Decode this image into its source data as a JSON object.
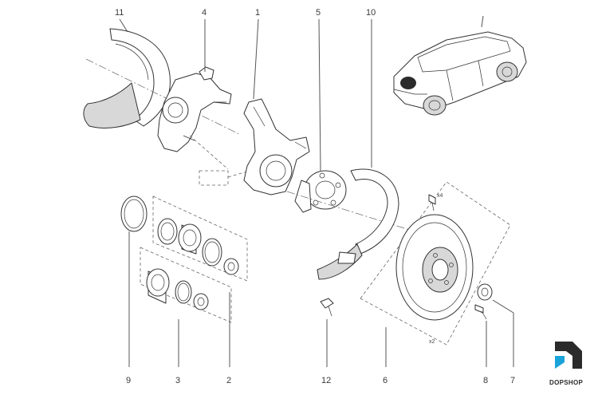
{
  "callouts": {
    "p11": "11",
    "p4": "4",
    "p1": "1",
    "p5": "5",
    "p10": "10",
    "p9": "9",
    "p3": "3",
    "p2": "2",
    "p12": "12",
    "p6": "6",
    "p8": "8",
    "p7": "7"
  },
  "qty": {
    "bolt_x4": "x4",
    "disc_x2": "x2"
  },
  "brand": {
    "logo": "DOPSHOP",
    "accent": "#1aa3d9",
    "dark": "#2b2b2b"
  }
}
